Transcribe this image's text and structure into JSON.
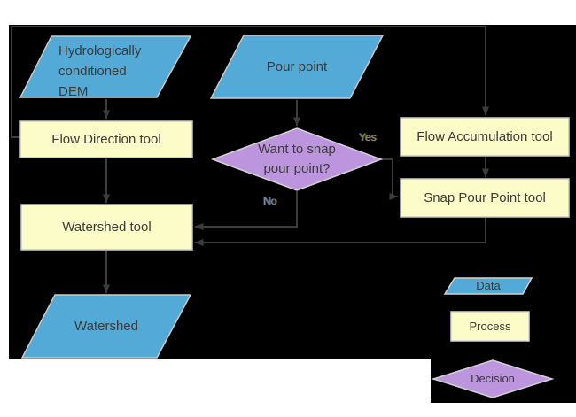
{
  "diagram": {
    "type": "flowchart",
    "nodes": {
      "dem": {
        "label": "Hydrologically conditioned DEM",
        "shape": "parallelogram",
        "kind": "data"
      },
      "pour_point": {
        "label": "Pour point",
        "shape": "parallelogram",
        "kind": "data"
      },
      "flow_direction": {
        "label": "Flow Direction tool",
        "shape": "rectangle",
        "kind": "process"
      },
      "flow_accumulation": {
        "label": "Flow Accumulation tool",
        "shape": "rectangle",
        "kind": "process"
      },
      "snap_pour_point": {
        "label": "Snap Pour Point tool",
        "shape": "rectangle",
        "kind": "process"
      },
      "snap_decision": {
        "label": "Want to snap pour point?",
        "shape": "diamond",
        "kind": "decision"
      },
      "watershed_tool": {
        "label": "Watershed tool",
        "shape": "rectangle",
        "kind": "process"
      },
      "watershed": {
        "label": "Watershed",
        "shape": "parallelogram",
        "kind": "data"
      }
    },
    "edges": [
      {
        "from": "dem",
        "to": "flow_direction",
        "label": ""
      },
      {
        "from": "flow_direction",
        "to": "flow_accumulation",
        "label": ""
      },
      {
        "from": "flow_direction",
        "to": "watershed_tool",
        "label": ""
      },
      {
        "from": "pour_point",
        "to": "snap_decision",
        "label": ""
      },
      {
        "from": "snap_decision",
        "to": "snap_pour_point",
        "label": "Yes"
      },
      {
        "from": "snap_decision",
        "to": "watershed_tool",
        "label": "No"
      },
      {
        "from": "flow_accumulation",
        "to": "snap_pour_point",
        "label": ""
      },
      {
        "from": "snap_pour_point",
        "to": "watershed_tool",
        "label": ""
      },
      {
        "from": "watershed_tool",
        "to": "watershed",
        "label": ""
      }
    ],
    "edge_labels": {
      "yes": "Yes",
      "no": "No"
    },
    "legend": {
      "data": "Data",
      "process": "Process",
      "decision": "Decision"
    },
    "colors": {
      "background": "#000000",
      "data_fill": "#53aad6",
      "process_fill": "#fcfcc8",
      "decision_fill": "#bd95de",
      "shape_border": "#c9c9c9",
      "connector": "#3c3c3c",
      "label_text": "#3b3b3b"
    }
  }
}
